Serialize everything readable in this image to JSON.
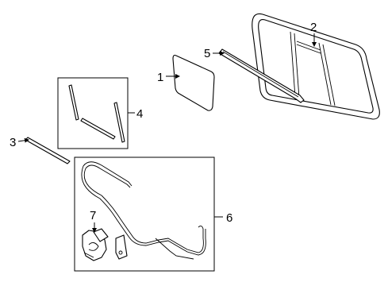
{
  "diagram": {
    "callouts": {
      "c1": "1",
      "c2": "2",
      "c3": "3",
      "c4": "4",
      "c5": "5",
      "c6": "6",
      "c7": "7"
    }
  }
}
